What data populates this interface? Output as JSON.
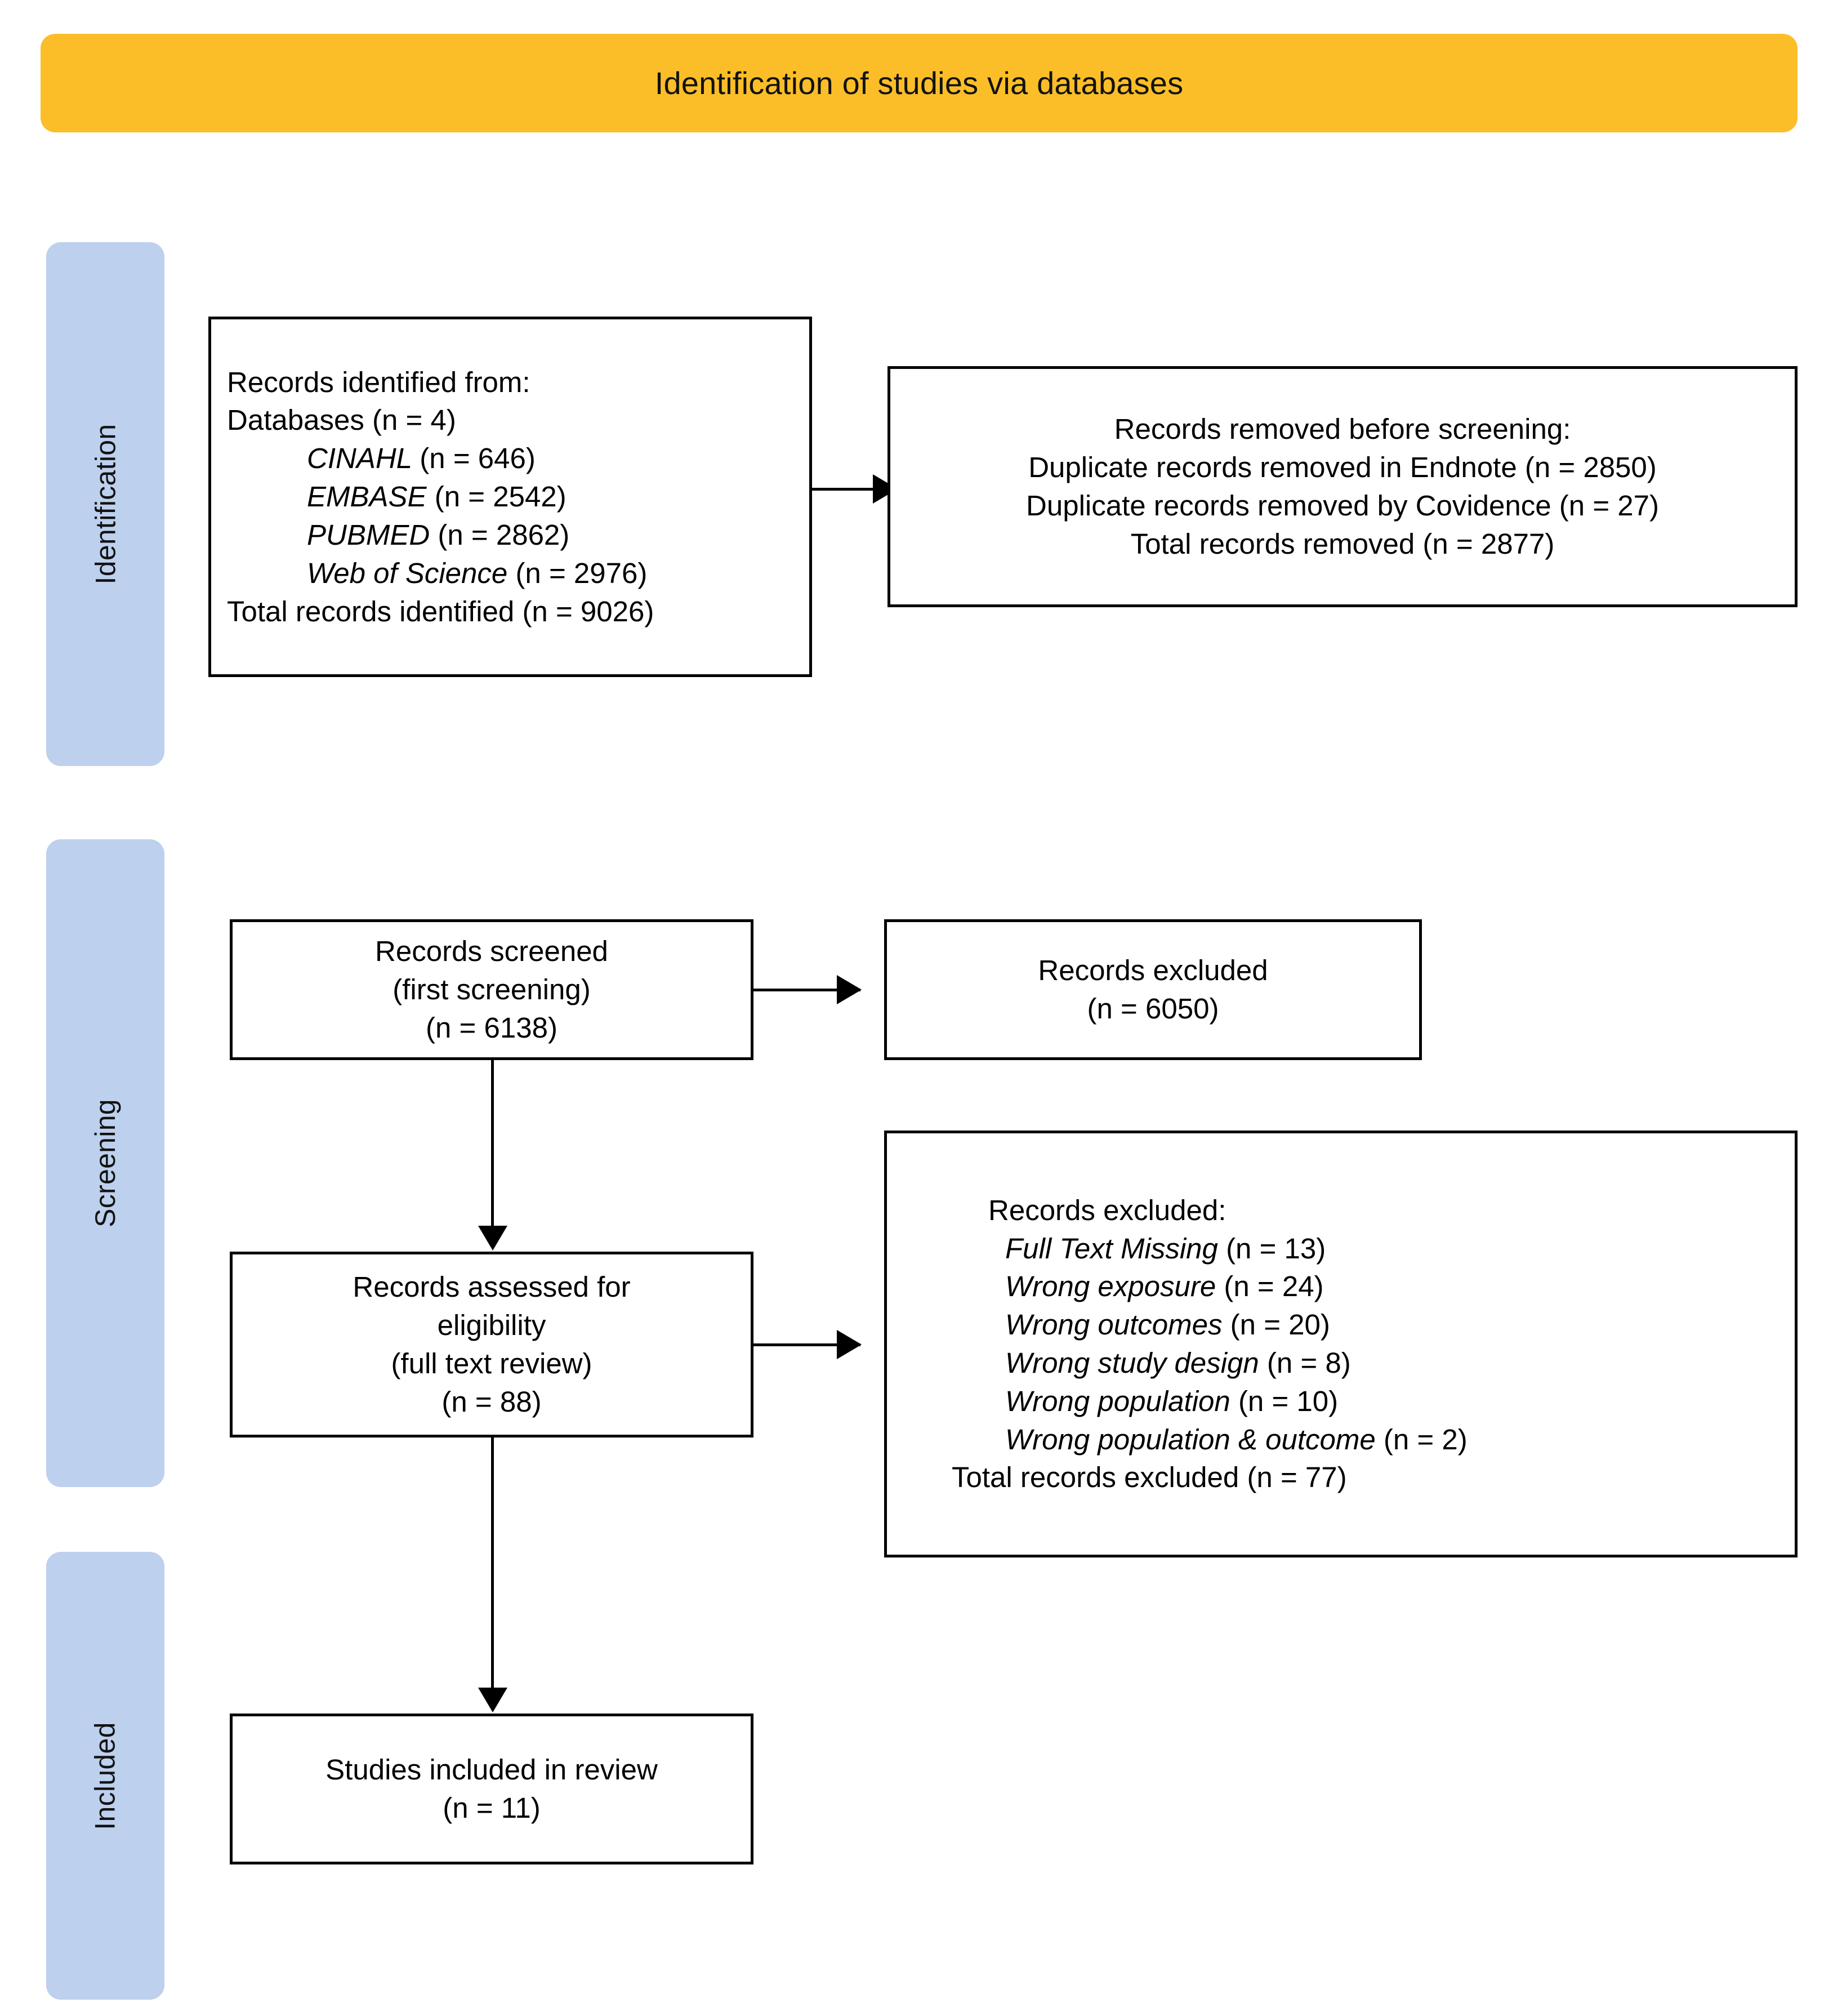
{
  "banner": {
    "title": "Identification of studies via databases",
    "color": "#FBBE28"
  },
  "rails": {
    "color": "#BDD0ED",
    "items": [
      {
        "label": "Identification"
      },
      {
        "label": "Screening"
      },
      {
        "label": "Included"
      }
    ]
  },
  "boxes": {
    "identified": {
      "name": "records-identified-box",
      "lines": [
        {
          "text": "Records identified from:",
          "style": "plain"
        },
        {
          "text": "Databases (n = 4)",
          "style": "plain"
        },
        {
          "em": "CINAHL ",
          "rest": "(n = 646)",
          "style": "indent-italic"
        },
        {
          "em": "EMBASE ",
          "rest": "(n = 2542)",
          "style": "indent-italic"
        },
        {
          "em": "PUBMED ",
          "rest": "(n = 2862)",
          "style": "indent-italic"
        },
        {
          "em": "Web of Science ",
          "rest": "(n = 2976)",
          "style": "indent-italic"
        },
        {
          "text": "Total records identified (n = 9026)",
          "style": "plain"
        }
      ]
    },
    "removed": {
      "name": "records-removed-box",
      "lines": [
        "Records removed before screening:",
        "Duplicate records removed in Endnote (n = 2850)",
        "Duplicate records removed by Covidence (n = 27)",
        "Total records removed (n = 2877)"
      ]
    },
    "screened": {
      "name": "records-screened-box",
      "lines": [
        "Records screened",
        "(first screening)",
        "(n = 6138)"
      ]
    },
    "excluded_first": {
      "name": "records-excluded-first-box",
      "lines": [
        "Records excluded",
        "(n = 6050)"
      ]
    },
    "eligibility": {
      "name": "records-assessed-eligibility-box",
      "lines": [
        "Records assessed for",
        "eligibility",
        "(full text review)",
        "(n = 88)"
      ]
    },
    "excluded_reasons": {
      "name": "records-excluded-reasons-box",
      "header": "Records excluded:",
      "reasons": [
        {
          "em": "Full Text Missing ",
          "rest": "(n = 13)"
        },
        {
          "em": "Wrong exposure ",
          "rest": "(n = 24)"
        },
        {
          "em": "Wrong outcomes ",
          "rest": "(n = 20)"
        },
        {
          "em": "Wrong study design ",
          "rest": "(n = 8)"
        },
        {
          "em": "Wrong population ",
          "rest": "(n = 10)"
        },
        {
          "em": "Wrong population & outcome ",
          "rest": "(n = 2)"
        }
      ],
      "total": "Total records excluded (n = 77)"
    },
    "included": {
      "name": "studies-included-box",
      "lines": [
        "Studies included in review",
        "(n = 11)"
      ]
    }
  }
}
